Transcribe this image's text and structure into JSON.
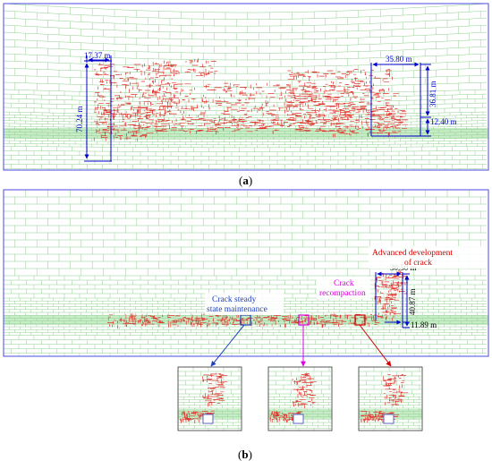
{
  "panel_a": {
    "label_open": "(",
    "label_letter": "a",
    "label_close": ")",
    "dimensions": {
      "top_left_width": "17.37 m",
      "left_height": "70.24 m",
      "top_right_width": "35.80 m",
      "right_height_upper": "36.81 m",
      "right_height_lower": "12.40 m"
    }
  },
  "panel_b": {
    "label_open": "(",
    "label_letter": "b",
    "label_close": ")",
    "dimensions": {
      "width": "30.50 m",
      "height": "40.87 m",
      "base_width": "11.89 m"
    },
    "annotations": {
      "steady_line1": "Crack  steady",
      "steady_line2": "state maintenance",
      "recompaction_line1": "Crack",
      "recompaction_line2": "recompaction",
      "advanced_line1": "Advanced development",
      "advanced_line2": "of crack"
    }
  },
  "colors": {
    "frame": "#4a4ae0",
    "grid": "#8fcf8f",
    "coal_seam": "#c8ecc8",
    "crack": "#e0342c",
    "dimension": "#0000cc",
    "steady": "#1f3fbf",
    "recompaction": "#e000e0",
    "advanced": "#d40000"
  }
}
